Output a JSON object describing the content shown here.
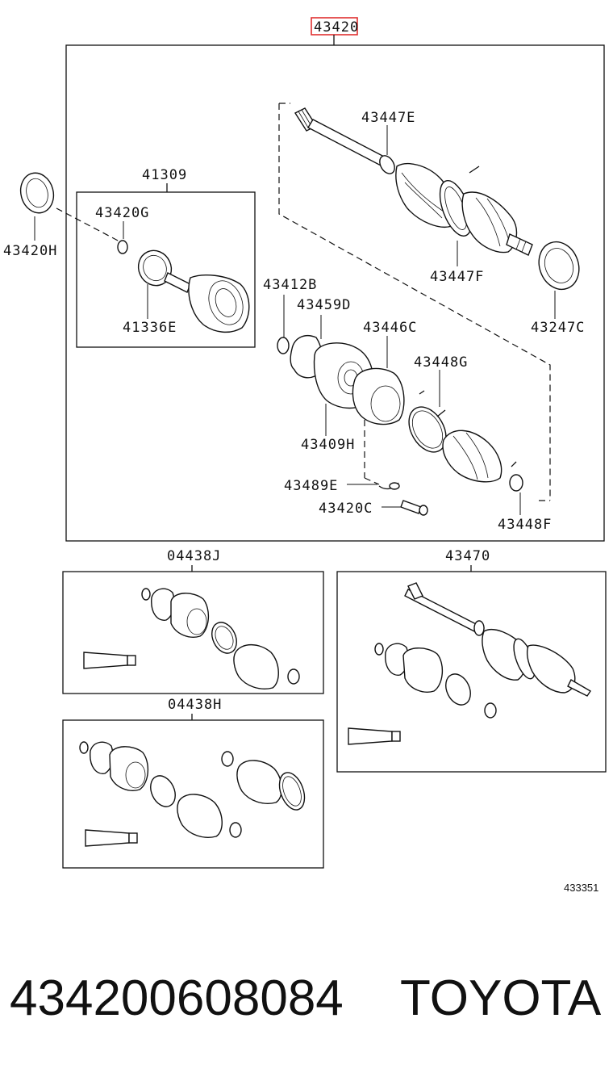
{
  "main_assembly": {
    "code": "43420"
  },
  "labels": {
    "l_43447E": "43447E",
    "l_41309": "41309",
    "l_43420G": "43420G",
    "l_43420H": "43420H",
    "l_43447F": "43447F",
    "l_43247C": "43247C",
    "l_41336E": "41336E",
    "l_43412B": "43412B",
    "l_43459D": "43459D",
    "l_43446C": "43446C",
    "l_43448G": "43448G",
    "l_43409H": "43409H",
    "l_43489E": "43489E",
    "l_43420C": "43420C",
    "l_43448F": "43448F"
  },
  "kits": {
    "kit_04438J": "04438J",
    "kit_43470": "43470",
    "kit_04438H": "04438H"
  },
  "diagram_id": "433351",
  "footer": {
    "part_number": "434200608084",
    "brand": "TOYOTA"
  }
}
